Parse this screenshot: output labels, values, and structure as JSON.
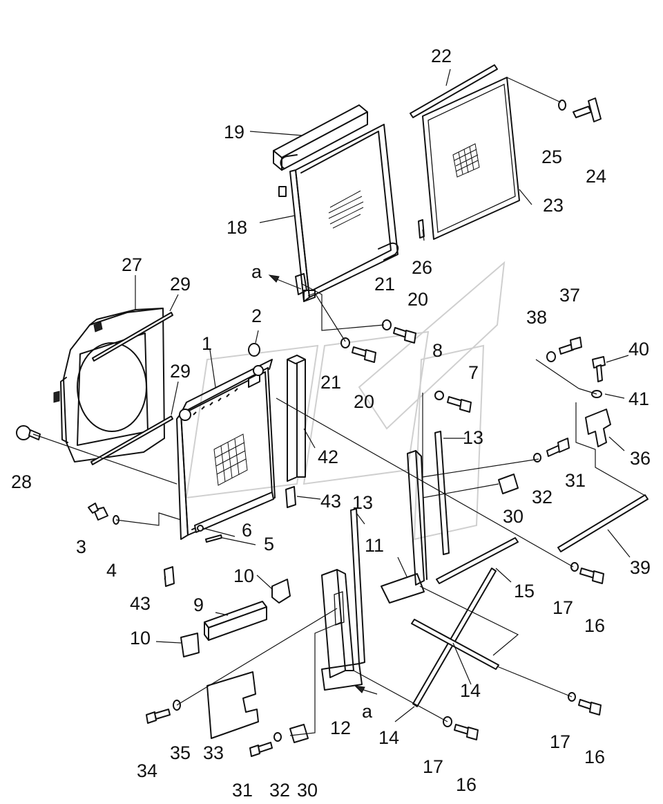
{
  "diagram": {
    "callouts": [
      {
        "id": "1",
        "label": "1"
      },
      {
        "id": "2",
        "label": "2"
      },
      {
        "id": "3",
        "label": "3"
      },
      {
        "id": "4",
        "label": "4"
      },
      {
        "id": "5",
        "label": "5"
      },
      {
        "id": "6",
        "label": "6"
      },
      {
        "id": "7",
        "label": "7"
      },
      {
        "id": "8",
        "label": "8"
      },
      {
        "id": "9",
        "label": "9"
      },
      {
        "id": "10a",
        "label": "10"
      },
      {
        "id": "10b",
        "label": "10"
      },
      {
        "id": "11",
        "label": "11"
      },
      {
        "id": "12",
        "label": "12"
      },
      {
        "id": "13a",
        "label": "13"
      },
      {
        "id": "13b",
        "label": "13"
      },
      {
        "id": "14a",
        "label": "14"
      },
      {
        "id": "14b",
        "label": "14"
      },
      {
        "id": "15",
        "label": "15"
      },
      {
        "id": "16a",
        "label": "16"
      },
      {
        "id": "16b",
        "label": "16"
      },
      {
        "id": "16c",
        "label": "16"
      },
      {
        "id": "17a",
        "label": "17"
      },
      {
        "id": "17b",
        "label": "17"
      },
      {
        "id": "17c",
        "label": "17"
      },
      {
        "id": "18",
        "label": "18"
      },
      {
        "id": "19",
        "label": "19"
      },
      {
        "id": "20a",
        "label": "20"
      },
      {
        "id": "20b",
        "label": "20"
      },
      {
        "id": "21a",
        "label": "21"
      },
      {
        "id": "21b",
        "label": "21"
      },
      {
        "id": "22",
        "label": "22"
      },
      {
        "id": "23",
        "label": "23"
      },
      {
        "id": "24",
        "label": "24"
      },
      {
        "id": "25",
        "label": "25"
      },
      {
        "id": "26",
        "label": "26"
      },
      {
        "id": "27",
        "label": "27"
      },
      {
        "id": "28",
        "label": "28"
      },
      {
        "id": "29a",
        "label": "29"
      },
      {
        "id": "29b",
        "label": "29"
      },
      {
        "id": "30a",
        "label": "30"
      },
      {
        "id": "30b",
        "label": "30"
      },
      {
        "id": "31a",
        "label": "31"
      },
      {
        "id": "31b",
        "label": "31"
      },
      {
        "id": "32a",
        "label": "32"
      },
      {
        "id": "32b",
        "label": "32"
      },
      {
        "id": "33",
        "label": "33"
      },
      {
        "id": "34",
        "label": "34"
      },
      {
        "id": "35",
        "label": "35"
      },
      {
        "id": "36",
        "label": "36"
      },
      {
        "id": "37",
        "label": "37"
      },
      {
        "id": "38",
        "label": "38"
      },
      {
        "id": "39",
        "label": "39"
      },
      {
        "id": "40",
        "label": "40"
      },
      {
        "id": "41",
        "label": "41"
      },
      {
        "id": "42",
        "label": "42"
      },
      {
        "id": "43a",
        "label": "43"
      },
      {
        "id": "43b",
        "label": "43"
      }
    ],
    "references": [
      {
        "id": "a-top",
        "label": "a"
      },
      {
        "id": "a-bottom",
        "label": "a"
      }
    ]
  }
}
